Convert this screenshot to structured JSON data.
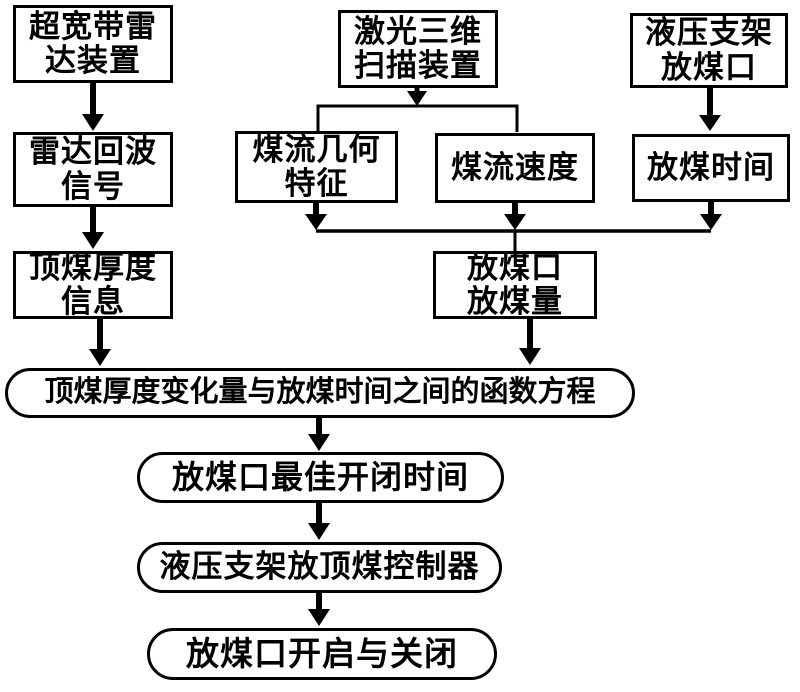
{
  "colors": {
    "ink": "#000000",
    "background": "#ffffff"
  },
  "nodes": {
    "uwb_radar_device": {
      "shape": "rect",
      "label": "超宽带雷\n达装置"
    },
    "laser_3d_scanner": {
      "shape": "rect",
      "label": "激光三维\n扫描装置"
    },
    "hydraulic_support_coal_port": {
      "shape": "rect",
      "label": "液压支架\n放煤口"
    },
    "radar_echo_signal": {
      "shape": "rect",
      "label": "雷达回波\n信号"
    },
    "coal_flow_geometry": {
      "shape": "rect",
      "label": "煤流几何\n特征"
    },
    "coal_flow_speed": {
      "shape": "rect",
      "label": "煤流速度"
    },
    "coal_drawing_time": {
      "shape": "rect",
      "label": "放煤时间"
    },
    "top_coal_thickness_info": {
      "shape": "rect",
      "label": "顶煤厚度\n信息"
    },
    "coal_port_discharge_amount": {
      "shape": "rect",
      "label": "放煤口\n放煤量"
    },
    "thickness_time_function_equation": {
      "shape": "stadium",
      "label": "顶煤厚度变化量与放煤时间之间的函数方程"
    },
    "optimal_open_close_time": {
      "shape": "stadium",
      "label": "放煤口最佳开闭时间"
    },
    "top_coal_caving_controller": {
      "shape": "stadium",
      "label": "液压支架放顶煤控制器"
    },
    "coal_port_open_close": {
      "shape": "stadium",
      "label": "放煤口开启与关闭"
    }
  },
  "edges": [
    {
      "from": "uwb_radar_device",
      "to": "radar_echo_signal"
    },
    {
      "from": "laser_3d_scanner",
      "to": "coal_flow_geometry"
    },
    {
      "from": "laser_3d_scanner",
      "to": "coal_flow_speed"
    },
    {
      "from": "hydraulic_support_coal_port",
      "to": "coal_drawing_time"
    },
    {
      "from": "radar_echo_signal",
      "to": "top_coal_thickness_info"
    },
    {
      "from": "coal_flow_geometry",
      "to": "coal_port_discharge_amount"
    },
    {
      "from": "coal_flow_speed",
      "to": "coal_port_discharge_amount"
    },
    {
      "from": "coal_drawing_time",
      "to": "coal_port_discharge_amount"
    },
    {
      "from": "top_coal_thickness_info",
      "to": "thickness_time_function_equation"
    },
    {
      "from": "coal_port_discharge_amount",
      "to": "thickness_time_function_equation"
    },
    {
      "from": "thickness_time_function_equation",
      "to": "optimal_open_close_time"
    },
    {
      "from": "optimal_open_close_time",
      "to": "top_coal_caving_controller"
    },
    {
      "from": "top_coal_caving_controller",
      "to": "coal_port_open_close"
    }
  ]
}
